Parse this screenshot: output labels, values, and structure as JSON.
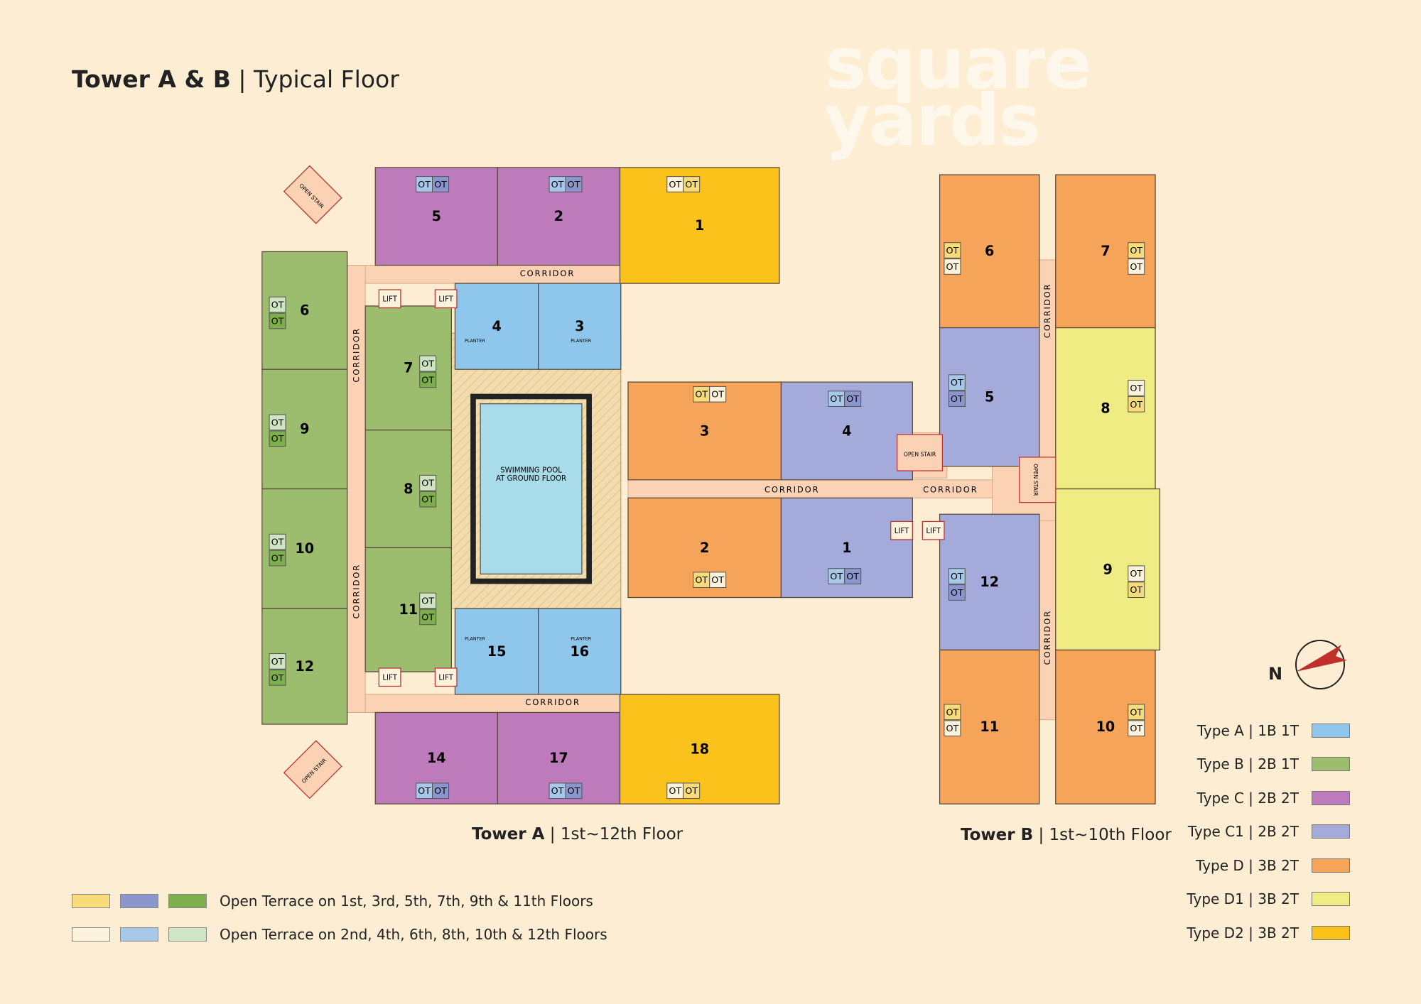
{
  "title": {
    "bold": "Tower A & B",
    "rest": "Typical Floor"
  },
  "captions": {
    "tower_a": {
      "bold": "Tower A",
      "rest": "1st~12th Floor"
    },
    "tower_b": {
      "bold": "Tower B",
      "rest": "1st~10th Floor"
    }
  },
  "labels": {
    "corridor": "CORRIDOR",
    "lift": "LIFT",
    "open_stair": "OPEN STAIR",
    "planter": "PLANTER",
    "pool_line1": "SWIMMING POOL",
    "pool_line2": "AT GROUND FLOOR",
    "ot": "OT",
    "north": "N"
  },
  "watermark": {
    "line1": "square",
    "line2": "yards"
  },
  "colors": {
    "background": "#fdeed3",
    "corridor": "#fbd3b4",
    "court": "#f2dcae",
    "pool": "#a9dcea",
    "compass_arrow": "#c0302a",
    "A": "#8ec6ec",
    "B": "#9dbd6e",
    "C": "#bd7bbb",
    "C1": "#a4abdb",
    "D": "#f6a45a",
    "D1": "#f0ec84",
    "D2": "#fcc21c"
  },
  "unit_types": [
    {
      "key": "A",
      "label": "Type A | 1B 1T"
    },
    {
      "key": "B",
      "label": "Type B | 2B 1T"
    },
    {
      "key": "C",
      "label": "Type C | 2B 2T"
    },
    {
      "key": "C1",
      "label": "Type C1 | 2B 2T"
    },
    {
      "key": "D",
      "label": "Type D | 3B 2T"
    },
    {
      "key": "D1",
      "label": "Type D1 | 3B 2T"
    },
    {
      "key": "D2",
      "label": "Type D2 | 3B 2T"
    }
  ],
  "terrace_legend": [
    {
      "colors": [
        "#f9dc7a",
        "#8a96cc",
        "#7fae4f"
      ],
      "label": "Open Terrace on 1st, 3rd, 5th, 7th, 9th & 11th Floors"
    },
    {
      "colors": [
        "#fdf3dc",
        "#a8c8ea",
        "#cfe5c4"
      ],
      "label": "Open Terrace on 2nd, 4th, 6th, 8th, 10th & 12th Floors"
    }
  ],
  "tower_a_units": [
    {
      "label": "5",
      "type": "C"
    },
    {
      "label": "2",
      "type": "C"
    },
    {
      "label": "1",
      "type": "D2"
    },
    {
      "label": "6",
      "type": "B"
    },
    {
      "label": "9",
      "type": "B"
    },
    {
      "label": "10",
      "type": "B"
    },
    {
      "label": "12",
      "type": "B"
    },
    {
      "label": "7",
      "type": "B"
    },
    {
      "label": "8",
      "type": "B"
    },
    {
      "label": "11",
      "type": "B"
    },
    {
      "label": "4",
      "type": "A"
    },
    {
      "label": "3",
      "type": "A"
    },
    {
      "label": "15",
      "type": "A"
    },
    {
      "label": "16",
      "type": "A"
    },
    {
      "label": "14",
      "type": "C"
    },
    {
      "label": "17",
      "type": "C"
    },
    {
      "label": "18",
      "type": "D2"
    }
  ],
  "tower_b_units": [
    {
      "label": "3",
      "type": "D"
    },
    {
      "label": "4",
      "type": "C1"
    },
    {
      "label": "2",
      "type": "D"
    },
    {
      "label": "1",
      "type": "C1"
    },
    {
      "label": "6",
      "type": "D"
    },
    {
      "label": "7",
      "type": "D"
    },
    {
      "label": "5",
      "type": "C1"
    },
    {
      "label": "8",
      "type": "D1"
    },
    {
      "label": "12",
      "type": "C1"
    },
    {
      "label": "9",
      "type": "D1"
    },
    {
      "label": "11",
      "type": "D"
    },
    {
      "label": "10",
      "type": "D"
    }
  ]
}
